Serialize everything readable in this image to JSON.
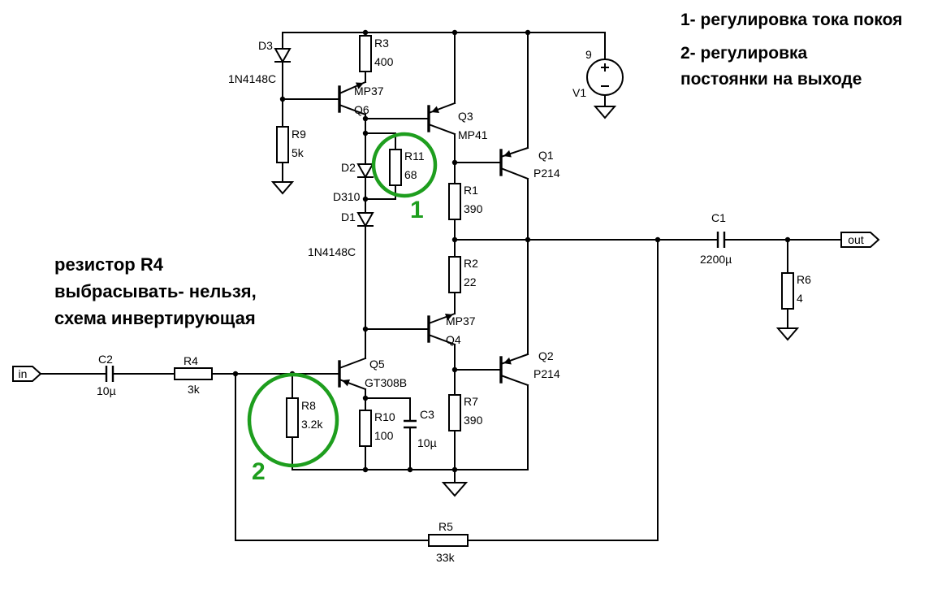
{
  "annotations": {
    "right_note_1": "1- регулировка тока покоя",
    "right_note_2_line1": "2- регулировка",
    "right_note_2_line2": "постоянки на выходе",
    "left_note_line1": "резистор R4",
    "left_note_line2": "выбрасывать- нельзя,",
    "left_note_line3": "схема инвертирующая",
    "marker1_number": "1",
    "marker2_number": "2",
    "marker_color": "#1e9e1e"
  },
  "ports": {
    "input_label": "in",
    "output_label": "out"
  },
  "power_source": {
    "name": "V1",
    "value": "9"
  },
  "components": {
    "R1": {
      "name": "R1",
      "value": "390"
    },
    "R2": {
      "name": "R2",
      "value": "22"
    },
    "R3": {
      "name": "R3",
      "value": "400"
    },
    "R4": {
      "name": "R4",
      "value": "3k"
    },
    "R5": {
      "name": "R5",
      "value": "33k"
    },
    "R6": {
      "name": "R6",
      "value": "4"
    },
    "R7": {
      "name": "R7",
      "value": "390"
    },
    "R8": {
      "name": "R8",
      "value": "3.2k"
    },
    "R9": {
      "name": "R9",
      "value": "5k"
    },
    "R10": {
      "name": "R10",
      "value": "100"
    },
    "R11": {
      "name": "R11",
      "value": "68"
    },
    "C1": {
      "name": "C1",
      "value": "2200µ"
    },
    "C2": {
      "name": "C2",
      "value": "10µ"
    },
    "C3": {
      "name": "C3",
      "value": "10µ"
    },
    "D1": {
      "name": "D1",
      "value": "1N4148C"
    },
    "D2": {
      "name": "D2",
      "value": "D310"
    },
    "D3": {
      "name": "D3",
      "value": "1N4148C"
    },
    "Q1": {
      "name": "Q1",
      "value": "P214"
    },
    "Q2": {
      "name": "Q2",
      "value": "P214"
    },
    "Q3": {
      "name": "Q3",
      "value": "MP41"
    },
    "Q4": {
      "name": "Q4",
      "value": "MP37"
    },
    "Q5": {
      "name": "Q5",
      "value": "GT308B"
    },
    "Q6": {
      "name": "Q6",
      "value": "MP37"
    }
  }
}
